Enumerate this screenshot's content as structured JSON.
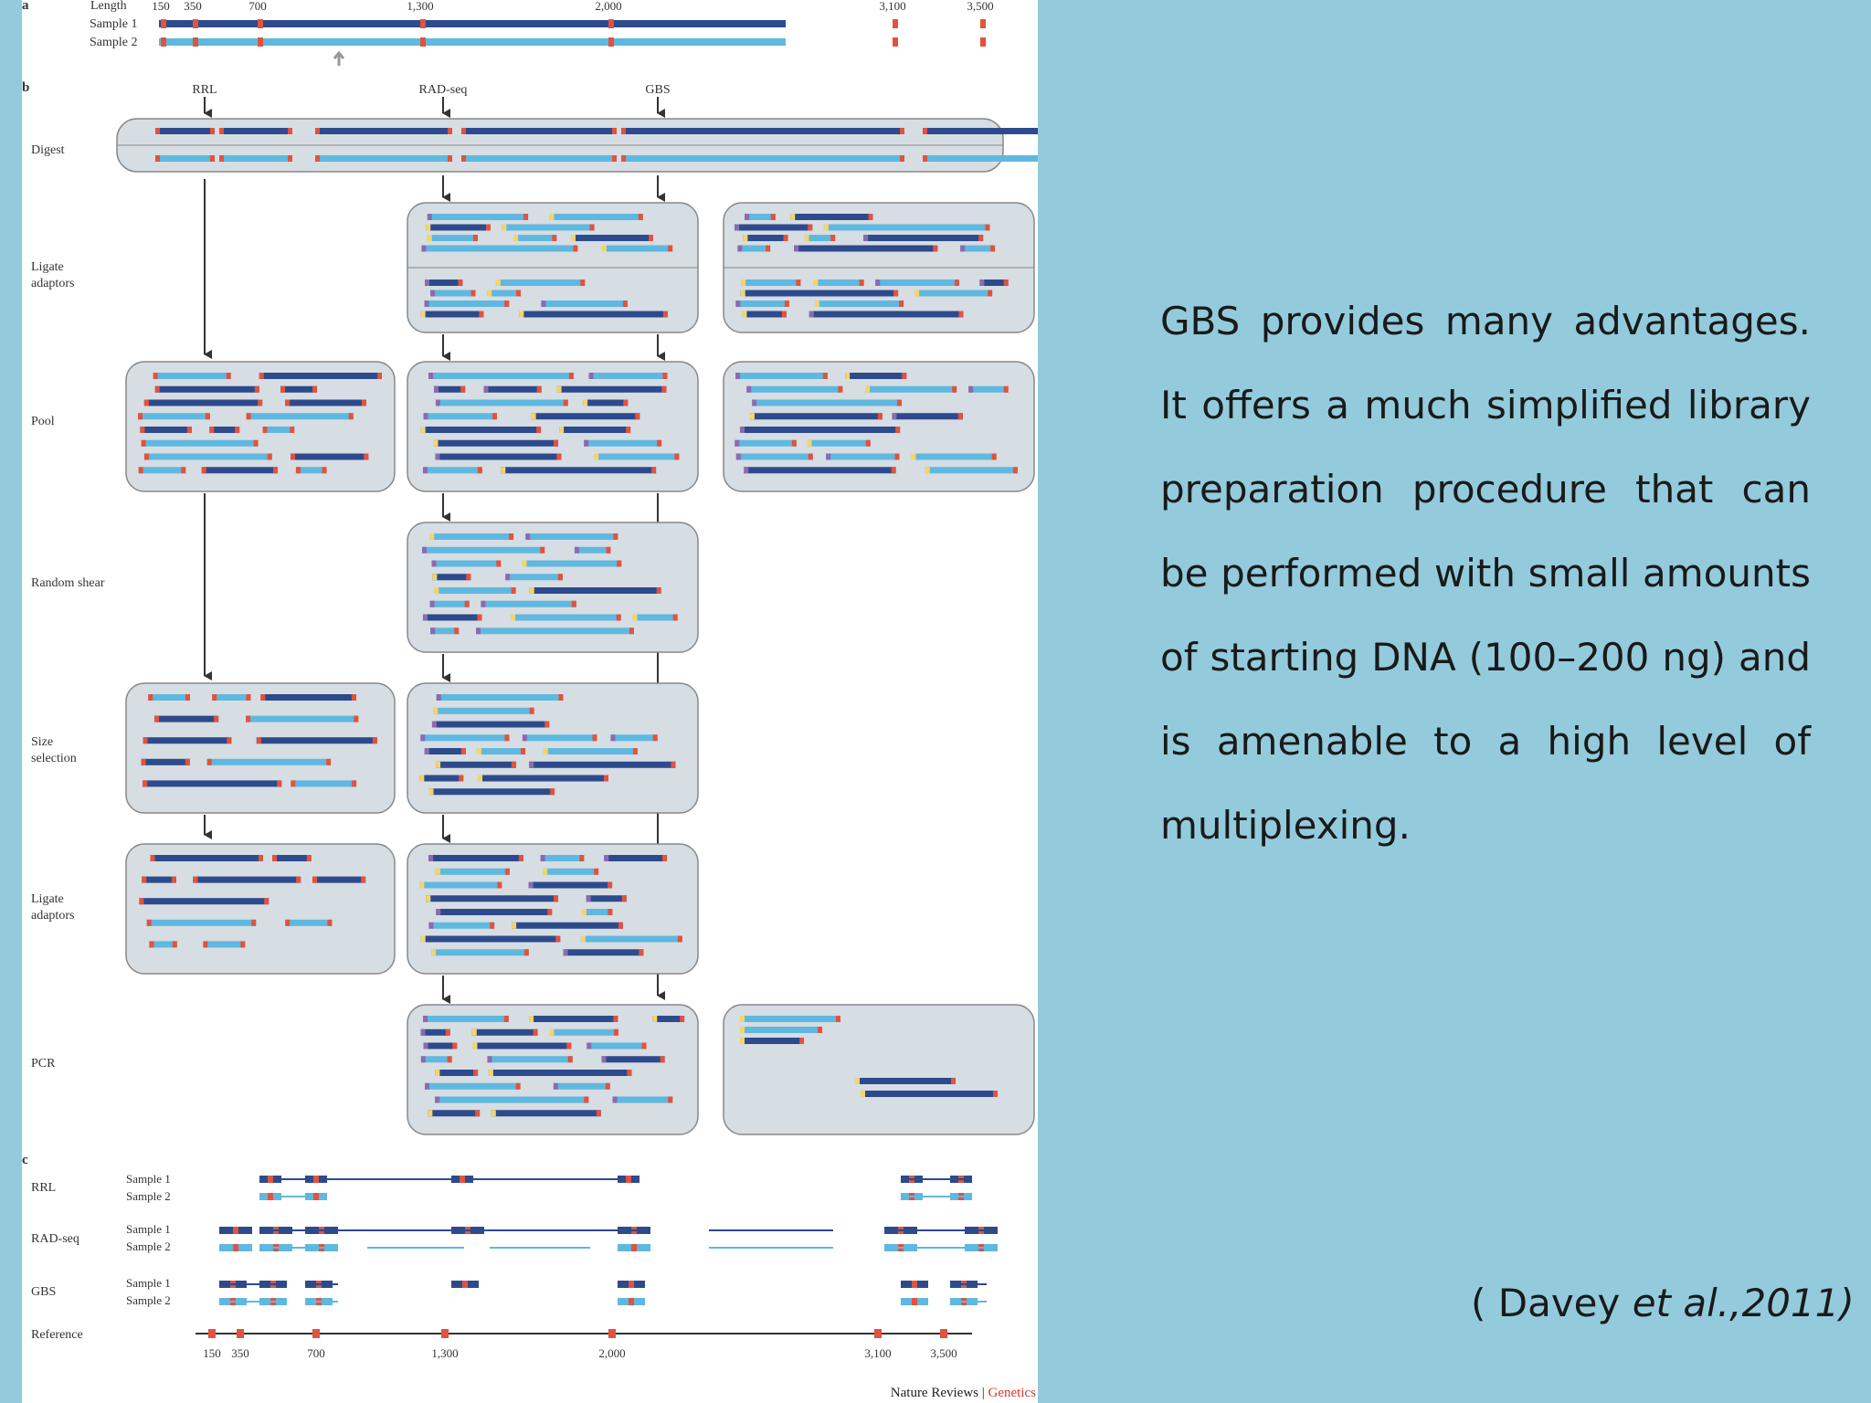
{
  "slide": {
    "paragraph": "GBS provides many advantages. It offers a much simplified library preparation procedure that can be performed with small amounts of starting DNA (100–200 ng) and is amenable to a high level of multiplexing.",
    "citation_prefix": "( Davey ",
    "citation_italic": "et al.,2011)"
  },
  "figure": {
    "panel_a": {
      "letter": "a",
      "length_label": "Length",
      "sample1": "Sample 1",
      "sample2": "Sample 2",
      "tick_labels": [
        "150",
        "350",
        "700",
        "1,300",
        "2,000",
        "3,100",
        "3,500"
      ]
    },
    "panel_b": {
      "letter": "b",
      "columns": [
        "RRL",
        "RAD-seq",
        "GBS"
      ],
      "steps": {
        "digest": "Digest",
        "ligate1_line1": "Ligate",
        "ligate1_line2": "adaptors",
        "pool": "Pool",
        "shear": "Random shear",
        "size_line1": "Size",
        "size_line2": "selection",
        "ligate2_line1": "Ligate",
        "ligate2_line2": "adaptors",
        "pcr": "PCR"
      }
    },
    "panel_c": {
      "letter": "c",
      "rows": [
        "RRL",
        "RAD-seq",
        "GBS"
      ],
      "sample1": "Sample 1",
      "sample2": "Sample 2",
      "reference": "Reference",
      "ref_ticks": [
        "150",
        "350",
        "700",
        "1,300",
        "2,000",
        "3,100",
        "3,500"
      ]
    },
    "credit_journal": "Nature Reviews",
    "credit_separator": " | ",
    "credit_section": "Genetics"
  },
  "colors": {
    "background": "#93cbdc",
    "dark_fragment": "#2d4a8c",
    "light_fragment": "#5fb8df",
    "cut_site": "#e0533e",
    "adaptor_yellow": "#f3d56a",
    "adaptor_purple": "#8a6bb0",
    "box_fill": "#d6dde3",
    "arrow": "#333333"
  }
}
